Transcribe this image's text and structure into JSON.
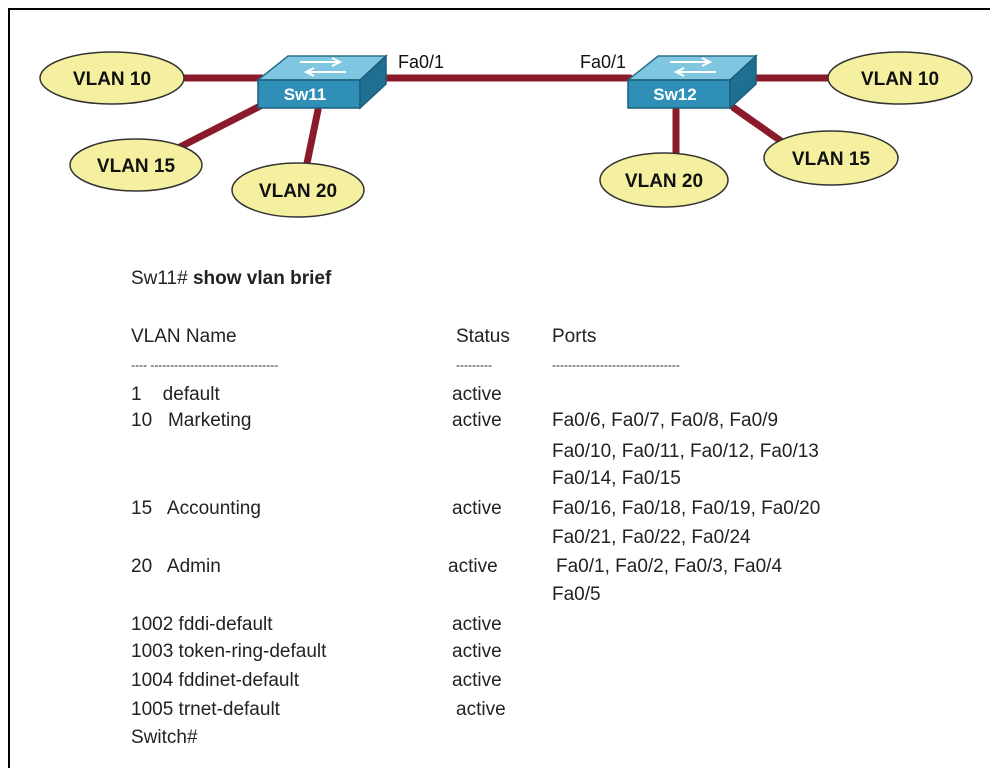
{
  "topology": {
    "sw11": {
      "name": "Sw11",
      "port": "Fa0/1",
      "vlans": [
        "VLAN 10",
        "VLAN 15",
        "VLAN 20"
      ]
    },
    "sw12": {
      "name": "Sw12",
      "port": "Fa0/1",
      "vlans": [
        "VLAN 10",
        "VLAN 15",
        "VLAN 20"
      ]
    }
  },
  "cli": {
    "prompt": "Sw11#",
    "command": "show vlan brief",
    "headers": {
      "vlan_name": "VLAN Name",
      "status": "Status",
      "ports": "Ports"
    },
    "dashes": {
      "vlan_name": "---- --------------------------------",
      "status": "---------",
      "ports": "--------------------------------"
    },
    "rows": [
      {
        "id_name": "1    default",
        "status": "active",
        "ports": []
      },
      {
        "id_name": "10   Marketing",
        "status": "active",
        "ports": [
          "Fa0/6, Fa0/7, Fa0/8, Fa0/9",
          "Fa0/10, Fa0/11, Fa0/12, Fa0/13",
          "Fa0/14, Fa0/15"
        ]
      },
      {
        "id_name": "15   Accounting",
        "status": "active",
        "ports": [
          "Fa0/16, Fa0/18, Fa0/19, Fa0/20",
          "Fa0/21, Fa0/22, Fa0/24"
        ]
      },
      {
        "id_name": "20   Admin",
        "status": "active",
        "ports": [
          "Fa0/1, Fa0/2, Fa0/3, Fa0/4",
          "Fa0/5"
        ]
      },
      {
        "id_name": "1002 fddi-default",
        "status": "active",
        "ports": []
      },
      {
        "id_name": "1003 token-ring-default",
        "status": "active",
        "ports": []
      },
      {
        "id_name": "1004 fddinet-default",
        "status": "active",
        "ports": []
      },
      {
        "id_name": "1005 trnet-default",
        "status": "active",
        "ports": []
      }
    ],
    "end_prompt": "Switch#"
  }
}
